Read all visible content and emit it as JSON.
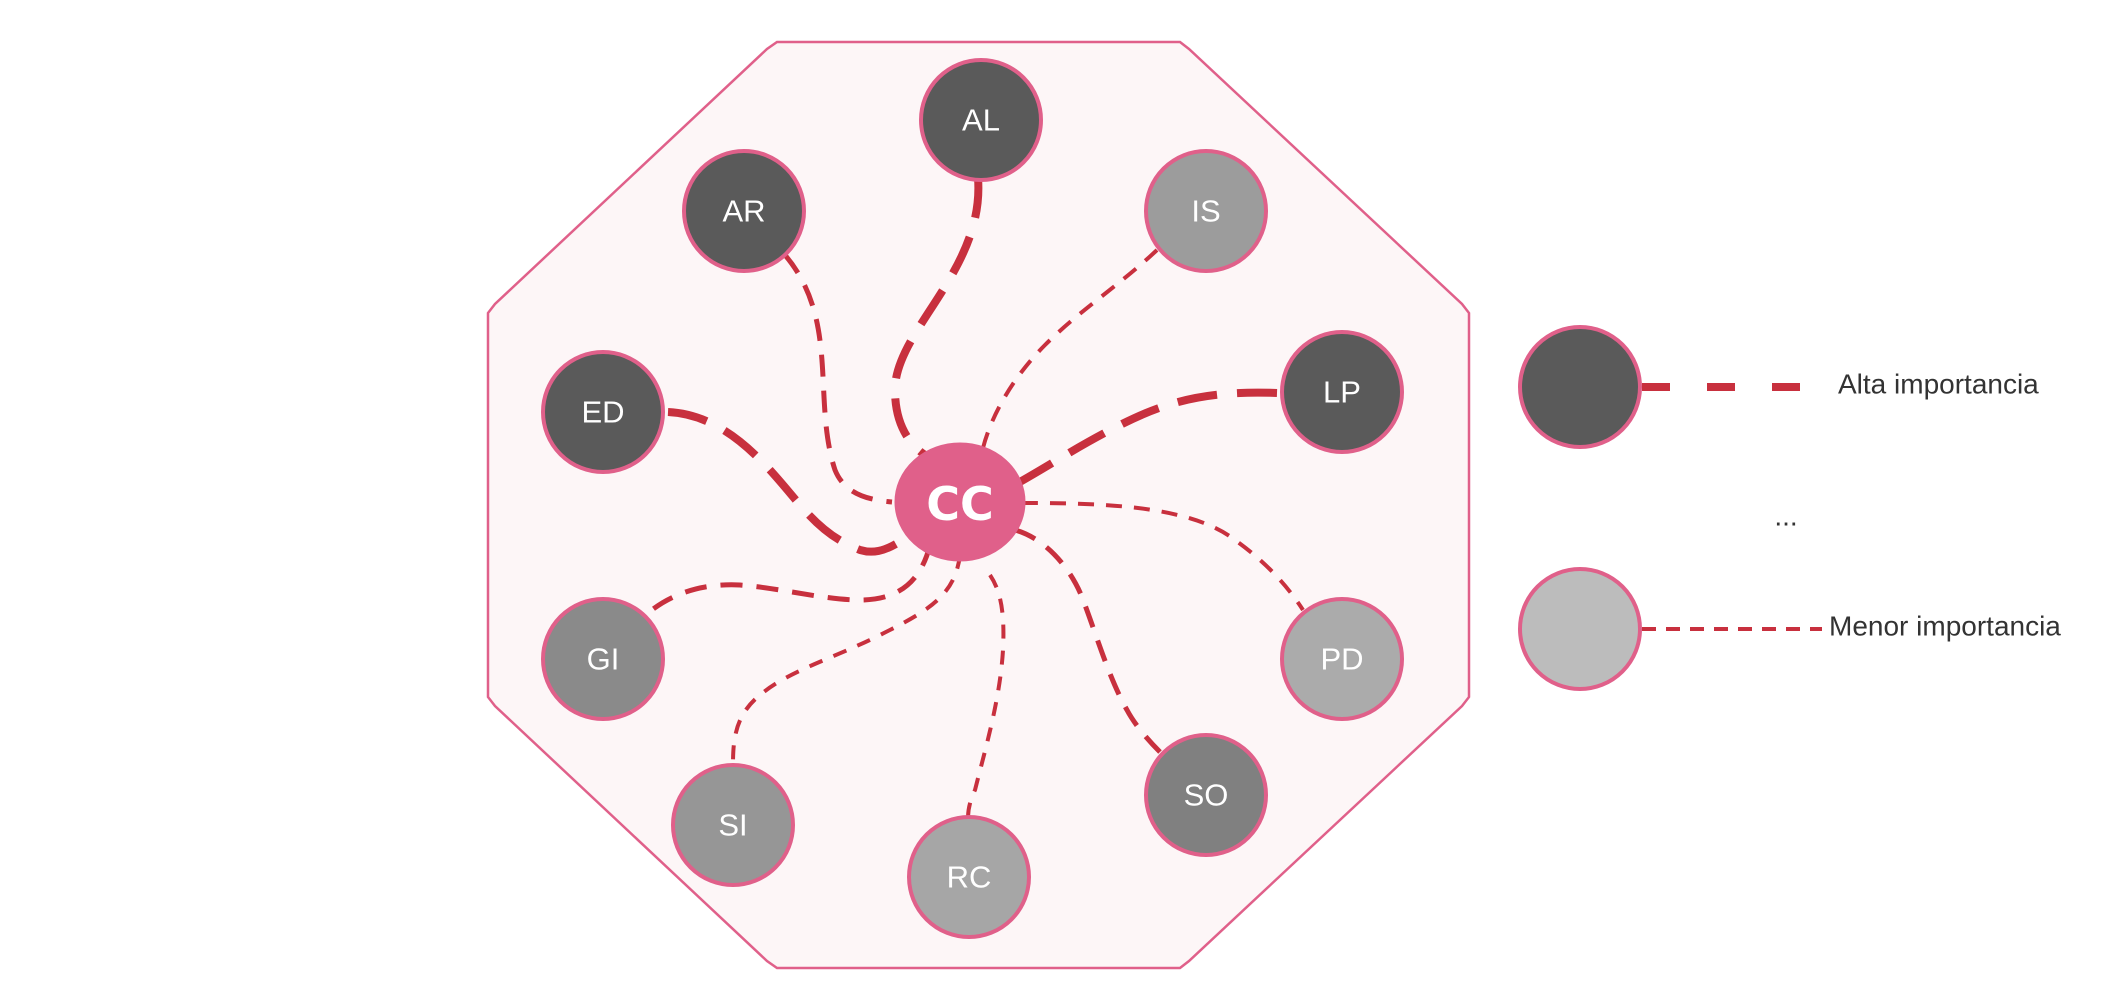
{
  "center": {
    "label": "CC",
    "color": "#e0608a"
  },
  "nodes": [
    {
      "id": "al",
      "label": "AL",
      "importance": "high",
      "color": "#5a5a5a"
    },
    {
      "id": "ar",
      "label": "AR",
      "importance": "high",
      "color": "#5a5a5a"
    },
    {
      "id": "is",
      "label": "IS",
      "importance": "low",
      "color": "#9c9c9c"
    },
    {
      "id": "ed",
      "label": "ED",
      "importance": "high",
      "color": "#5a5a5a"
    },
    {
      "id": "lp",
      "label": "LP",
      "importance": "high",
      "color": "#5a5a5a"
    },
    {
      "id": "gi",
      "label": "GI",
      "importance": "medium",
      "color": "#8a8a8a"
    },
    {
      "id": "pd",
      "label": "PD",
      "importance": "low",
      "color": "#ababab"
    },
    {
      "id": "si",
      "label": "SI",
      "importance": "medium",
      "color": "#969696"
    },
    {
      "id": "so",
      "label": "SO",
      "importance": "medium",
      "color": "#808080"
    },
    {
      "id": "rc",
      "label": "RC",
      "importance": "low",
      "color": "#a6a6a6"
    }
  ],
  "legend": {
    "high": {
      "label": "Alta importancia",
      "color": "#5a5a5a"
    },
    "ellipsis": "...",
    "low": {
      "label": "Menor importancia",
      "color": "#bcbcbc"
    }
  },
  "colors": {
    "edge": "#c8303e",
    "node_border": "#e0608a",
    "region_fill": "#fdf6f7",
    "region_border": "#e0608a"
  }
}
